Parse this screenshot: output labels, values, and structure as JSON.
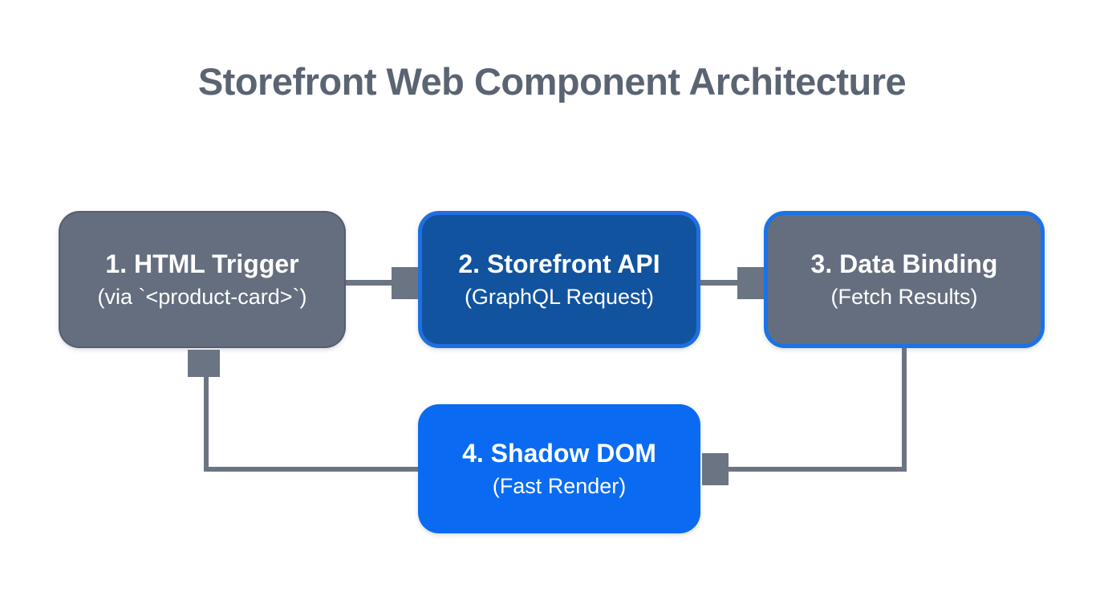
{
  "title": "Storefront Web Component Architecture",
  "colors": {
    "title_text": "#5a6472",
    "arrow": "#6b7483",
    "node_text": "#ffffff",
    "gray_fill": "#646e7e",
    "dark_blue_fill": "#11539f",
    "bright_blue_fill": "#0a6bf2",
    "blue_border": "#1a73e8"
  },
  "diagram": {
    "nodes": [
      {
        "id": "html-trigger",
        "step": "1. HTML Trigger",
        "detail": "(via `<product-card>`)",
        "fill": "#646e7e",
        "border": "rgba(70,80,95,0.5)"
      },
      {
        "id": "storefront-api",
        "step": "2. Storefront API",
        "detail": "(GraphQL Request)",
        "fill": "#11539f",
        "border": "#1f6fe0"
      },
      {
        "id": "data-binding",
        "step": "3. Data Binding",
        "detail": "(Fetch Results)",
        "fill": "#646e7e",
        "border": "#1a73e8"
      },
      {
        "id": "shadow-dom",
        "step": "4. Shadow DOM",
        "detail": "(Fast Render)",
        "fill": "#0a6bf2",
        "border": "#0a6bf2"
      }
    ],
    "arrows": [
      {
        "id": "arrow-1-to-2",
        "from": "html-trigger",
        "to": "storefront-api",
        "color": "#6b7483"
      },
      {
        "id": "arrow-2-to-3",
        "from": "storefront-api",
        "to": "data-binding",
        "color": "#6b7483"
      },
      {
        "id": "arrow-3-to-4",
        "from": "data-binding",
        "to": "shadow-dom",
        "color": "#6b7483"
      },
      {
        "id": "arrow-4-to-1",
        "from": "shadow-dom",
        "to": "html-trigger",
        "color": "#6b7483"
      }
    ]
  }
}
